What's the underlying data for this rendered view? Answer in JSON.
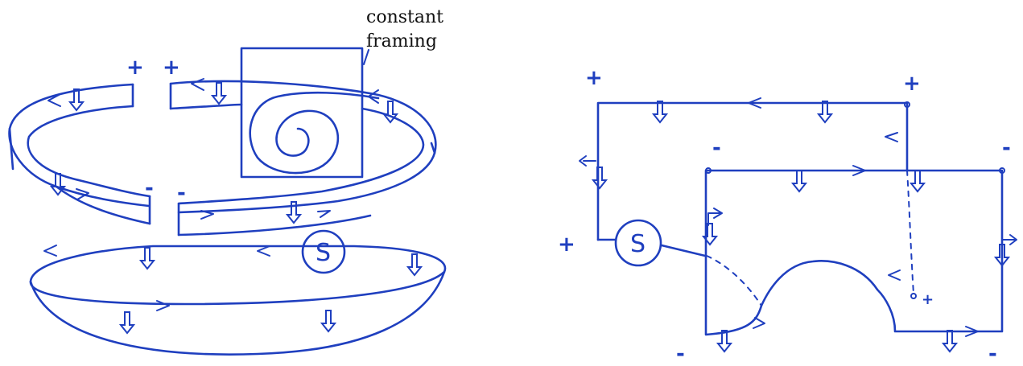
{
  "annotation": {
    "line1": "constant",
    "line2": "framing"
  },
  "source_label": "S",
  "left_figure": {
    "signs": {
      "plus_left": "+",
      "plus_right": "+",
      "minus_left": "-",
      "minus_right": "-"
    }
  },
  "right_figure": {
    "signs": {
      "plus_top_left": "+",
      "plus_top_right": "+",
      "plus_mid_left": "+",
      "plus_inner": "+",
      "minus_upper": "-",
      "minus_right": "-",
      "minus_bottom_left": "-",
      "minus_bottom_right": "-"
    }
  },
  "colors": {
    "ink": "#1f3fbf",
    "annotation_text": "#111111",
    "background": "#ffffff"
  }
}
